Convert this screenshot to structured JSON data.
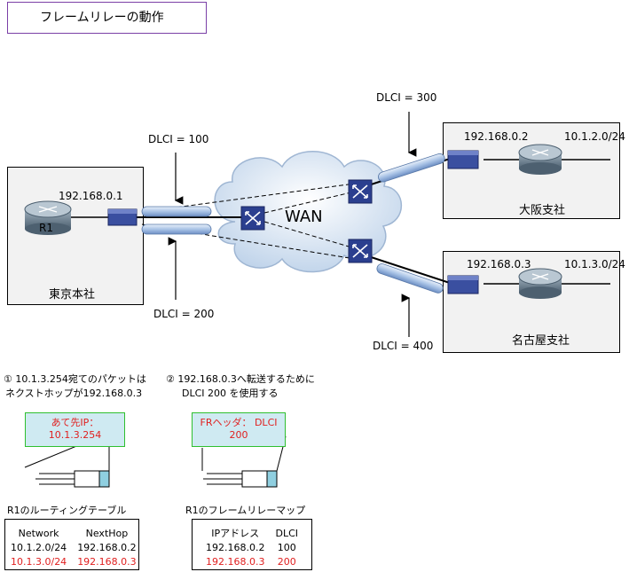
{
  "title": "フレームリレーの動作",
  "cloud_label": "WAN",
  "sites": {
    "tokyo": {
      "name": "東京本社",
      "router_name": "R1",
      "ip": "192.168.0.1"
    },
    "osaka": {
      "name": "大阪支社",
      "ip": "192.168.0.2",
      "lan": "10.1.2.0/24"
    },
    "nagoya": {
      "name": "名古屋支社",
      "ip": "192.168.0.3",
      "lan": "10.1.3.0/24"
    }
  },
  "dlci_labels": {
    "d100": "DLCI = 100",
    "d200": "DLCI = 200",
    "d300": "DLCI = 300",
    "d400": "DLCI = 400"
  },
  "step1": {
    "line1": "① 10.1.3.254宛てのパケットは",
    "line2": "ネクストホップが192.168.0.3",
    "header_line1": "あて先IP：",
    "header_line2": "10.1.3.254",
    "table_title": "R1のルーティングテーブル",
    "table": {
      "columns": [
        "Network",
        "NextHop"
      ],
      "rows": [
        {
          "cells": [
            "10.1.2.0/24",
            "192.168.0.2"
          ],
          "highlight": false
        },
        {
          "cells": [
            "10.1.3.0/24",
            "192.168.0.3"
          ],
          "highlight": true
        }
      ]
    }
  },
  "step2": {
    "line1": "② 192.168.0.3へ転送するために",
    "line2": "DLCI 200 を使用する",
    "header_line1": "FRヘッダ：  DLCI",
    "header_line2": "200",
    "table_title": "R1のフレームリレーマップ",
    "table": {
      "columns": [
        "IPアドレス",
        "DLCI"
      ],
      "rows": [
        {
          "cells": [
            "192.168.0.2",
            "100"
          ],
          "highlight": false
        },
        {
          "cells": [
            "192.168.0.3",
            "200"
          ],
          "highlight": true
        }
      ]
    }
  },
  "colors": {
    "title_border": "#7a3fa6",
    "highlight_text": "#e02020",
    "header_fill": "#cfeaf2",
    "header_border": "#2fbf2f",
    "device_blue": "#2b3f8f"
  }
}
